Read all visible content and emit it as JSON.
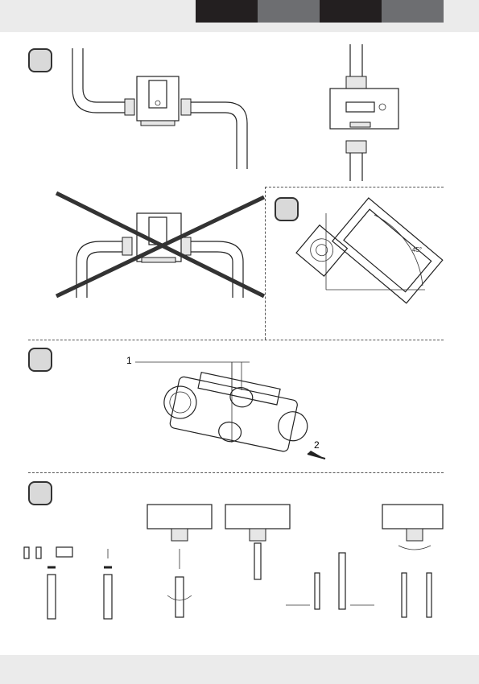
{
  "header": {
    "tab_colors": [
      "#231f20",
      "#6d6e71",
      "#231f20",
      "#6d6e71"
    ]
  },
  "steps": {
    "section1": "step-1",
    "section2": "step-2",
    "section3": "step-3",
    "section4": "step-4"
  },
  "figure3": {
    "callout_1": "1",
    "callout_2": "2"
  },
  "figure2": {
    "angle_label": "45°"
  },
  "colors": {
    "band": "#ebebeb",
    "step_fill": "#d9d9d9",
    "cross": "#333333"
  }
}
